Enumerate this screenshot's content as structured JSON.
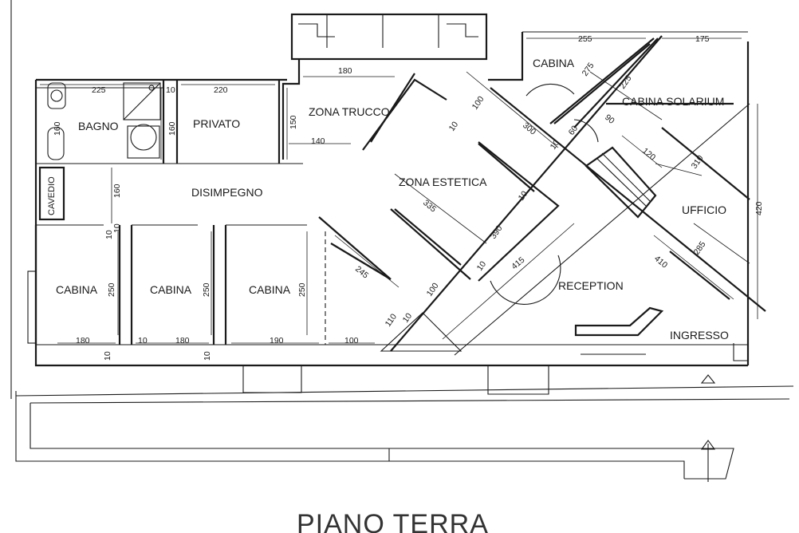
{
  "title": "PIANO TERRA",
  "rooms": {
    "bagno": "BAGNO",
    "privato": "PRIVATO",
    "zona_trucco": "ZONA TRUCCO",
    "cabina_top": "CABINA",
    "cabina_solarium": "CABINA SOLARIUM",
    "cavedio": "CAVEDIO",
    "disimpegno": "DISIMPEGNO",
    "zona_estetica": "ZONA ESTETICA",
    "ufficio": "UFFICIO",
    "cabina_1": "CABINA",
    "cabina_2": "CABINA",
    "cabina_3": "CABINA",
    "reception": "RECEPTION",
    "ingresso": "INGRESSO"
  },
  "dims": {
    "d225a": "225",
    "d10a": "10",
    "d220": "220",
    "d180a": "180",
    "d255": "255",
    "d175": "175",
    "d160a": "160",
    "d160b": "160",
    "d150": "150",
    "d140": "140",
    "d275": "275",
    "d225b": "225",
    "d100a": "100",
    "d10b": "10",
    "d300": "300",
    "d10c": "10",
    "d60": "60",
    "d90": "90",
    "d120": "120",
    "d310": "310",
    "d420": "420",
    "d160c": "160",
    "d10d": "10",
    "d335": "335",
    "d10e": "10",
    "d390": "390",
    "d10f": "10",
    "d415": "415",
    "d410": "410",
    "d285": "285",
    "d250a": "250",
    "d250b": "250",
    "d250c": "250",
    "d245": "245",
    "d100b": "100",
    "d110": "110",
    "d10g": "10",
    "d180b": "180",
    "d10h": "10",
    "d180c": "180",
    "d190": "190",
    "d100c": "100",
    "d10i": "10",
    "d10j": "10",
    "d10k": "10"
  }
}
